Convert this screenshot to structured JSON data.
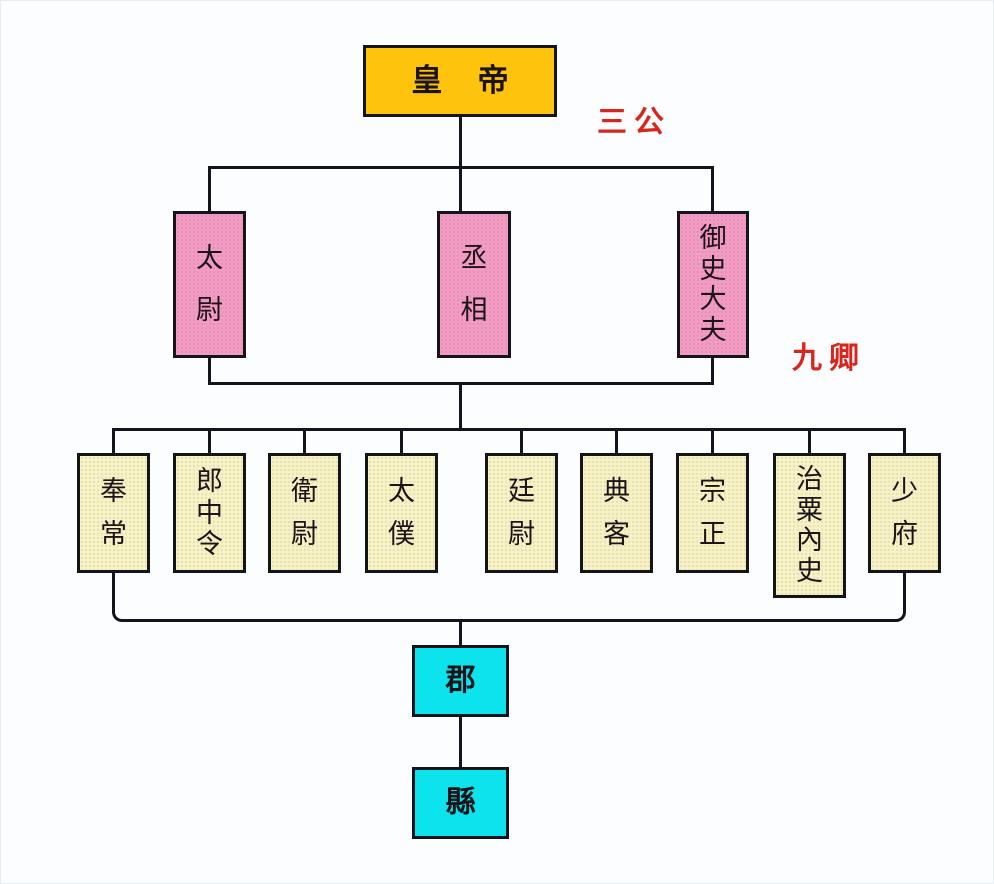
{
  "colors": {
    "gold": "#FEC40D",
    "pink": "#F29CC3",
    "cream": "#F6F2C6",
    "cyan": "#0CE3EC",
    "red": "#D8251E",
    "line": "#14141c",
    "text": "#1c1418",
    "background": "#fcfdff"
  },
  "emperor": {
    "label": "皇帝"
  },
  "annotations": {
    "san_gong": "三公",
    "jiu_qing": "九卿"
  },
  "three_lords": [
    {
      "label": "太尉"
    },
    {
      "label": "丞相"
    },
    {
      "label": "御史大夫"
    }
  ],
  "nine_ministers": [
    {
      "label": "奉常"
    },
    {
      "label": "郎中令"
    },
    {
      "label": "衛尉"
    },
    {
      "label": "太僕"
    },
    {
      "label": "廷尉"
    },
    {
      "label": "典客"
    },
    {
      "label": "宗正"
    },
    {
      "label": "治粟內史"
    },
    {
      "label": "少府"
    }
  ],
  "local_admin": [
    {
      "label": "郡"
    },
    {
      "label": "縣"
    }
  ]
}
